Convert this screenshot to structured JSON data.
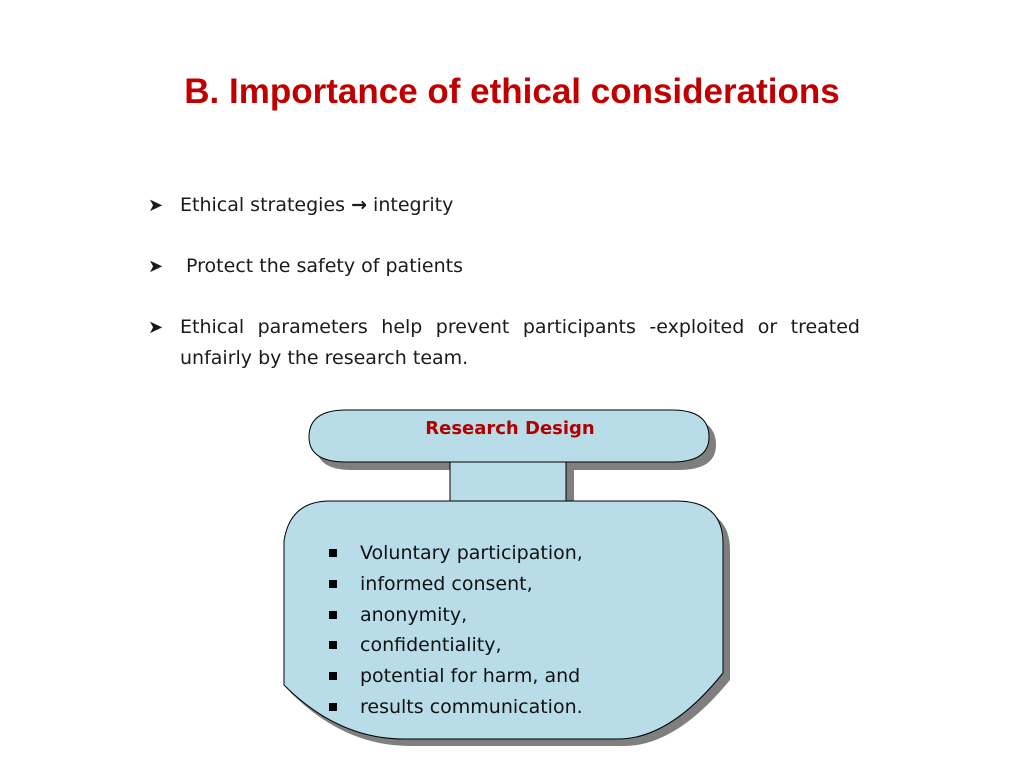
{
  "slide": {
    "title": "B. Importance of ethical considerations"
  },
  "bullets": [
    {
      "marker_icon": "arrowhead-bullet-icon",
      "text_before": "Ethical strategies ",
      "arrow_icon": "right-arrow-icon",
      "text_after": " integrity"
    },
    {
      "marker_icon": "arrowhead-bullet-icon",
      "text": " Protect the safety of patients"
    },
    {
      "marker_icon": "arrowhead-bullet-icon",
      "text": "Ethical parameters help prevent participants -exploited or treated unfairly by the research team."
    }
  ],
  "diagram": {
    "header_label": "Research Design",
    "items": [
      "Voluntary participation,",
      "informed consent,",
      "anonymity,",
      "confidentiality,",
      "potential for harm, and",
      "results communication."
    ],
    "colors": {
      "fill": "#b8dde8",
      "stroke": "#000000",
      "shadow": "#7f7f7f",
      "label": "#b00000"
    },
    "item_marker_icon": "square-bullet-icon"
  },
  "colors": {
    "title": "#c00000",
    "body_text": "#1a1a1a"
  }
}
